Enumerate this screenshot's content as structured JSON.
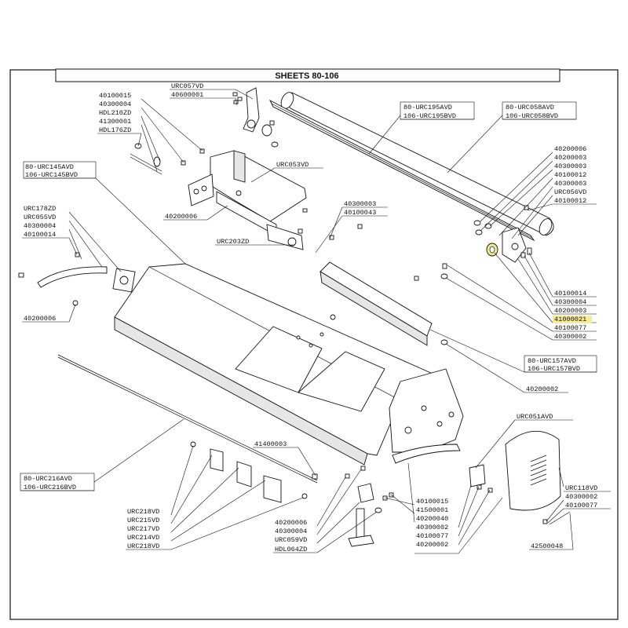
{
  "title": "SHEETS 80-106",
  "labels": [
    {
      "id": "urc057vd",
      "text": "URC057VD"
    },
    {
      "id": "p40600001",
      "text": "40600001"
    },
    {
      "id": "p40100015a",
      "text": "40100015"
    },
    {
      "id": "p40300004a",
      "text": "40300004"
    },
    {
      "id": "hdl210zd",
      "text": "HDL210ZD"
    },
    {
      "id": "p41300001",
      "text": "41300001"
    },
    {
      "id": "hdl176zd",
      "text": "HDL176ZD"
    },
    {
      "id": "urc145avd",
      "text": "80-URC145AVD"
    },
    {
      "id": "urc145bvd",
      "text": "106-URC145BVD"
    },
    {
      "id": "urc053vd",
      "text": "URC053VD"
    },
    {
      "id": "p40200006a",
      "text": "40200006"
    },
    {
      "id": "urc178zd",
      "text": "URC178ZD"
    },
    {
      "id": "urc055vd",
      "text": "URC055VD"
    },
    {
      "id": "p40300004b",
      "text": "40300004"
    },
    {
      "id": "p40100014a",
      "text": "40100014"
    },
    {
      "id": "p40300003a",
      "text": "40300003"
    },
    {
      "id": "p40100043",
      "text": "40100043"
    },
    {
      "id": "urc203zd",
      "text": "URC203ZD"
    },
    {
      "id": "p40200006b",
      "text": "40200006"
    },
    {
      "id": "urc195avd",
      "text": "80-URC195AVD"
    },
    {
      "id": "urc195bvd",
      "text": "106-URC195BVD"
    },
    {
      "id": "urc058avd",
      "text": "80-URC058AVD"
    },
    {
      "id": "urc058bvd",
      "text": "106-URC058BVD"
    },
    {
      "id": "p40200006c",
      "text": "40200006"
    },
    {
      "id": "p40200003a",
      "text": "40200003"
    },
    {
      "id": "p40300003b",
      "text": "40300003"
    },
    {
      "id": "p40100012a",
      "text": "40100012"
    },
    {
      "id": "p40300003c",
      "text": "40300003"
    },
    {
      "id": "urc056vd",
      "text": "URC056VD"
    },
    {
      "id": "p40100012b",
      "text": "40100012"
    },
    {
      "id": "p40100014b",
      "text": "40100014"
    },
    {
      "id": "p40300004c",
      "text": "40300004"
    },
    {
      "id": "p40200003b",
      "text": "40200003"
    },
    {
      "id": "p41000021",
      "text": "41000021"
    },
    {
      "id": "p40100077a",
      "text": "40100077"
    },
    {
      "id": "p40300002a",
      "text": "40300002"
    },
    {
      "id": "urc157avd",
      "text": "80-URC157AVD"
    },
    {
      "id": "urc157bvd",
      "text": "106-URC157BVD"
    },
    {
      "id": "p40200002a",
      "text": "40200002"
    },
    {
      "id": "urc051avd",
      "text": "URC051AVD"
    },
    {
      "id": "p41400003",
      "text": "41400003"
    },
    {
      "id": "urc216avd",
      "text": "80-URC216AVD"
    },
    {
      "id": "urc216bvd",
      "text": "106-URC216BVD"
    },
    {
      "id": "urc118vd",
      "text": "URC118VD"
    },
    {
      "id": "p40300002b",
      "text": "40300002"
    },
    {
      "id": "p40100077b",
      "text": "40100077"
    },
    {
      "id": "urc218vda",
      "text": "URC218VD"
    },
    {
      "id": "urc215vd",
      "text": "URC215VD"
    },
    {
      "id": "urc217vd",
      "text": "URC217VD"
    },
    {
      "id": "urc214vd",
      "text": "URC214VD"
    },
    {
      "id": "urc218vdb",
      "text": "URC218VD"
    },
    {
      "id": "p40200006d",
      "text": "40200006"
    },
    {
      "id": "p40300004d",
      "text": "40300004"
    },
    {
      "id": "urc059vd",
      "text": "URC059VD"
    },
    {
      "id": "hdl064zd",
      "text": "HDL064ZD"
    },
    {
      "id": "p40100015b",
      "text": "40100015"
    },
    {
      "id": "p41500001",
      "text": "41500001"
    },
    {
      "id": "p40200040",
      "text": "40200040"
    },
    {
      "id": "p40300002c",
      "text": "40300002"
    },
    {
      "id": "p40100077c",
      "text": "40100077"
    },
    {
      "id": "p40200002b",
      "text": "40200002"
    },
    {
      "id": "p42500048",
      "text": "42500048"
    }
  ],
  "highlighted_label": "41000021",
  "colors": {
    "highlight": "#f4ec9a",
    "line": "#111111",
    "part_fill": "#ffffff",
    "shade": "#e6e6e6"
  }
}
